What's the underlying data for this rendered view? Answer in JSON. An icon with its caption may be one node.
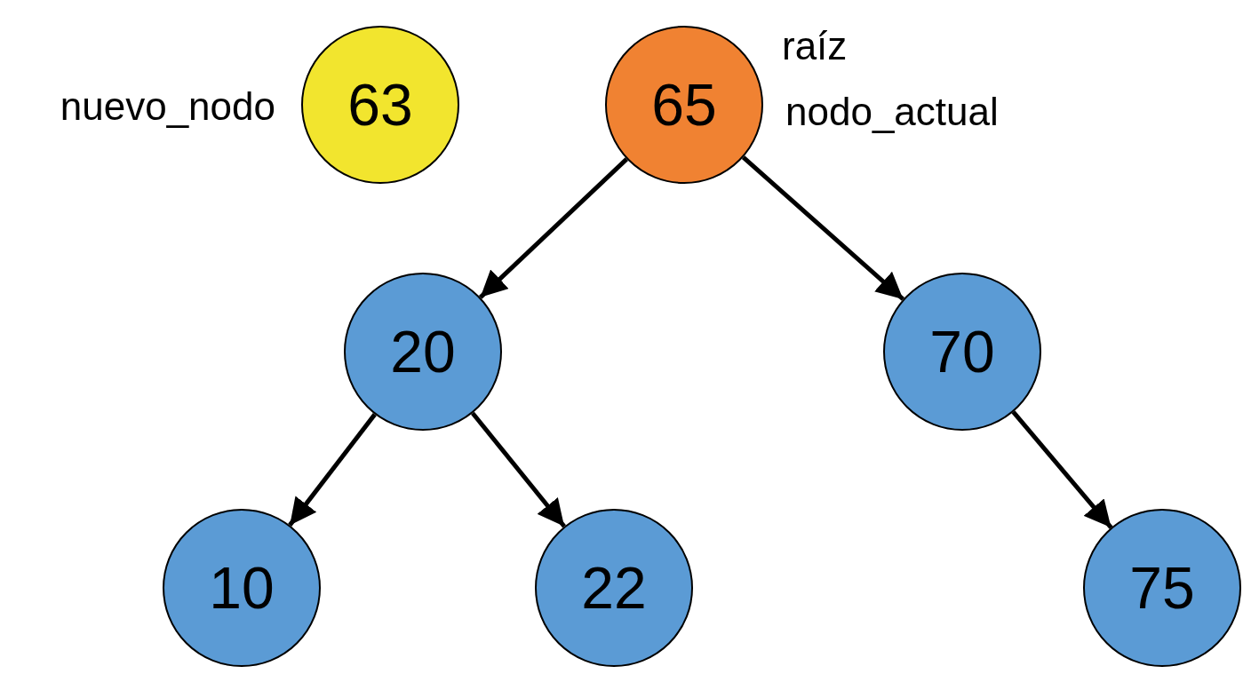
{
  "diagram": {
    "nodes": [
      {
        "text": [
          "63"
        ],
        "beside": [
          "nuevo_nodo"
        ]
      },
      {
        "text": [
          "65"
        ],
        "beside": [
          "raíz",
          "nodo_actual"
        ]
      },
      {
        "text": [
          "20"
        ]
      },
      {
        "text": [
          "70"
        ]
      },
      {
        "text": [
          "10"
        ]
      },
      {
        "text": [
          "22"
        ]
      },
      {
        "text": [
          "75"
        ]
      }
    ],
    "edges": [
      {
        "from": 1,
        "to": 2,
        "arrow": "to"
      },
      {
        "from": 1,
        "to": 3,
        "arrow": "to"
      },
      {
        "from": 2,
        "to": 4,
        "arrow": "to"
      },
      {
        "from": 2,
        "to": 5,
        "arrow": "to"
      },
      {
        "from": 3,
        "to": 6,
        "arrow": "to"
      }
    ]
  }
}
